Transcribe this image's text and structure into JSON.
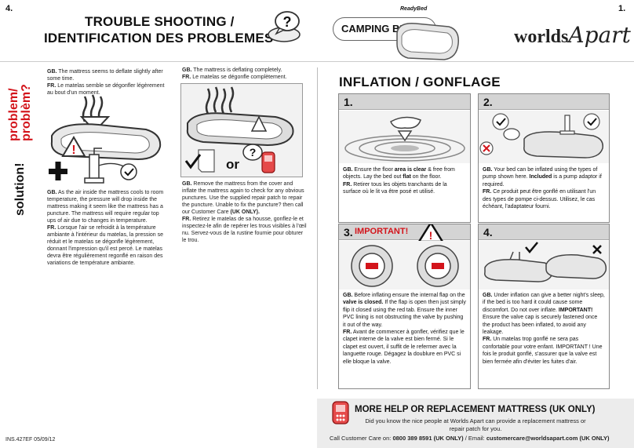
{
  "header": {
    "page_left": "4.",
    "page_right": "1.",
    "title_line1": "TROUBLE SHOOTING /",
    "title_line2": "IDENTIFICATION DES PROBLEMES",
    "product_badge": "ReadyBed",
    "product_name": "CAMPING BED",
    "brand_part1": "worlds",
    "brand_part2": "Apart"
  },
  "left_panel": {
    "side_problem": "problem/",
    "side_probleme": "problèm?",
    "side_solution": "solution!",
    "col1_problem": {
      "gb_label": "GB.",
      "gb": "The mattress seems to deflate slightly after some time.",
      "fr_label": "FR.",
      "fr": "Le matelas semble se dégonfler légèrement au bout d'un moment."
    },
    "col1_solution": {
      "gb_label": "GB.",
      "gb": "As the air inside the mattress cools to room temperature, the pressure will drop inside the mattress making it seem like the mattress has a puncture. The mattress will require regular top ups of air due to changes in temperature.",
      "fr_label": "FR.",
      "fr": "Lorsque l'air se refroidit à la température ambiante à l'intérieur du matelas, la pression se réduit et le matelas se dégonfle légèrement, donnant l'impression qu'il est percé. Le matelas devra être régulièrement regonflé en raison des variations de température ambiante."
    },
    "col2_problem": {
      "gb_label": "GB.",
      "gb": "The mattress is deflating completely.",
      "fr_label": "FR.",
      "fr": "Le matelas se dégonfle complètement."
    },
    "col2_or": "or",
    "col2_solution": {
      "gb_label": "GB.",
      "gb": "Remove the mattress from the cover and inflate the mattress again to check for any obvious punctures. Use the supplied repair patch to repair the puncture. Unable to fix the puncture? then call our Customer Care",
      "gb_bold": "(UK ONLY).",
      "fr_label": "FR.",
      "fr": "Retirez le matelas de sa housse, gonflez-le et inspectez-le afin de repérer les trous visibles à l'œil nu. Servez-vous de la rustine fournie pour obturer le trou."
    },
    "footer_code": "INS.427EF 05/09/12"
  },
  "right_panel": {
    "heading": "INFLATION / GONFLAGE",
    "step1": {
      "num": "1.",
      "gb_label": "GB.",
      "gb_a": "Ensure the floor",
      "gb_b": "area is clear",
      "gb_c": "& free from objects. Lay the bed out",
      "gb_d": "flat",
      "gb_e": "on the floor.",
      "fr_label": "FR.",
      "fr": "Retirer tous les objets tranchants de la surface où le lit va être posé et utilisé."
    },
    "step2": {
      "num": "2.",
      "gb_label": "GB.",
      "gb_a": "Your bed can be inflated using the types of pump shown here.",
      "gb_b": "Included",
      "gb_c": "is a pump adaptor if required.",
      "fr_label": "FR.",
      "fr": "Ce produit peut être gonflé en utilisant l'un des types de pompe ci-dessus. Utilisez, le cas échéant, l'adaptateur fourni."
    },
    "step3": {
      "num": "3.",
      "important": "IMPORTANT!",
      "gb_label": "GB.",
      "gb_a": "Before inflating ensure the internal flap on the",
      "gb_b": "valve is closed.",
      "gb_c": "If the flap is open then just simply flip it closed using the red tab. Ensure the inner PVC lining is not obstructing the valve by pushing it out of the way.",
      "fr_label": "FR.",
      "fr": "Avant de commencer à gonfler, vérifiez que le clapet interne de la valve est bien fermé. Si le clapet est ouvert, il suffit de le refermer avec la languette rouge. Dégagez la doublure en PVC si elle bloque la valve."
    },
    "step4": {
      "num": "4.",
      "gb_label": "GB.",
      "gb_a": "Under inflation can give a better night's sleep, if the bed is too hard it could cause some discomfort. Do not over inflate.",
      "gb_b": "IMPORTANT!",
      "gb_c": "Ensure the valve cap is securely fastened once the product has been inflated, to avoid any leakage.",
      "fr_label": "FR.",
      "fr": "Un matelas trop gonflé ne sera pas confortable pour votre enfant. IMPORTANT ! Une fois le produit gonflé, s'assurer que la valve est bien fermée afin d'éviter les fuites d'air."
    },
    "help": {
      "title": "MORE HELP OR REPLACEMENT MATTRESS (UK ONLY)",
      "line1": "Did you know the nice people at Worlds Apart can provide a replacement mattress or",
      "line2": "repair patch for you.",
      "call_label": "Call Customer Care on:",
      "phone": "0800 389 8591 (UK ONLY)",
      "sep": "/  Email:",
      "email": "customercare@worldsapart.com (UK ONLY)"
    }
  },
  "colors": {
    "accent_red": "#d3141b",
    "box_header": "#d4d4d4",
    "footer_band": "#ececec"
  }
}
